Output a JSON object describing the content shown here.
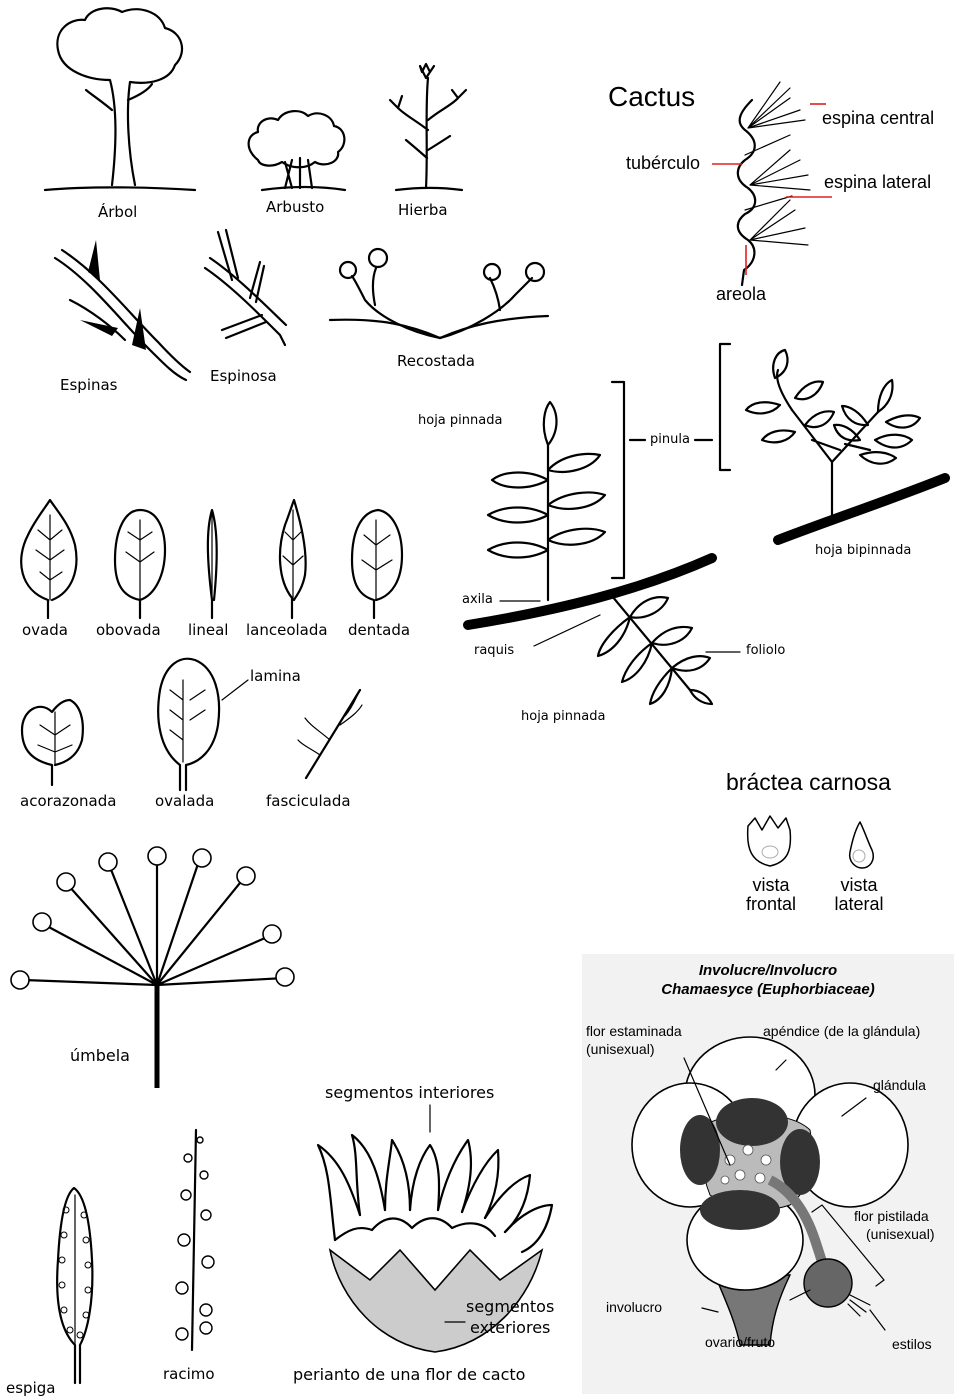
{
  "habits": {
    "tree": "Árbol",
    "shrub": "Arbusto",
    "herb": "Hierba",
    "spines": "Espinas",
    "spiny": "Espinosa",
    "reclining": "Recostada"
  },
  "cactus": {
    "title": "Cactus",
    "central_spine": "espina central",
    "tubercle": "tubérculo",
    "lateral_spine": "espina lateral",
    "areole": "areola"
  },
  "compound": {
    "pinnate_leaf_top": "hoja pinnada",
    "pinnule": "pinula",
    "bipinnate_leaf": "hoja bipinnada",
    "axil": "axila",
    "rachis": "raquis",
    "leaflet": "foliolo",
    "pinnate_leaf_bottom": "hoja pinnada"
  },
  "leaf_shapes": {
    "ovate": "ovada",
    "obovate": "obovada",
    "linear": "lineal",
    "lanceolate": "lanceolada",
    "dentate": "dentada",
    "cordate": "acorazonada",
    "oval": "ovalada",
    "blade": "lamina",
    "fascicled": "fasciculada"
  },
  "bract": {
    "title": "bráctea carnosa",
    "front_1": "vista",
    "front_2": "frontal",
    "side_1": "vista",
    "side_2": "lateral"
  },
  "inflorescence": {
    "umbel": "úmbela",
    "spike": "espiga",
    "raceme": "racimo"
  },
  "perianth": {
    "inner": "segmentos interiores",
    "outer_1": "segmentos",
    "outer_2": "exteriores",
    "caption": "perianto de una flor de cacto"
  },
  "involucre": {
    "title_1": "Involucre/Involucro",
    "title_2": "Chamaesyce (Euphorbiaceae)",
    "staminate_1": "flor estaminada",
    "staminate_2": "(unisexual)",
    "appendage": "apéndice (de la glándula)",
    "gland": "glándula",
    "pistillate_1": "flor pistilada",
    "pistillate_2": "(unisexual)",
    "involucre": "involucro",
    "ovary": "ovario/fruto",
    "styles": "estilos"
  },
  "colors": {
    "callout_red": "#e02020",
    "involucre_bg": "#f2f2f2"
  }
}
